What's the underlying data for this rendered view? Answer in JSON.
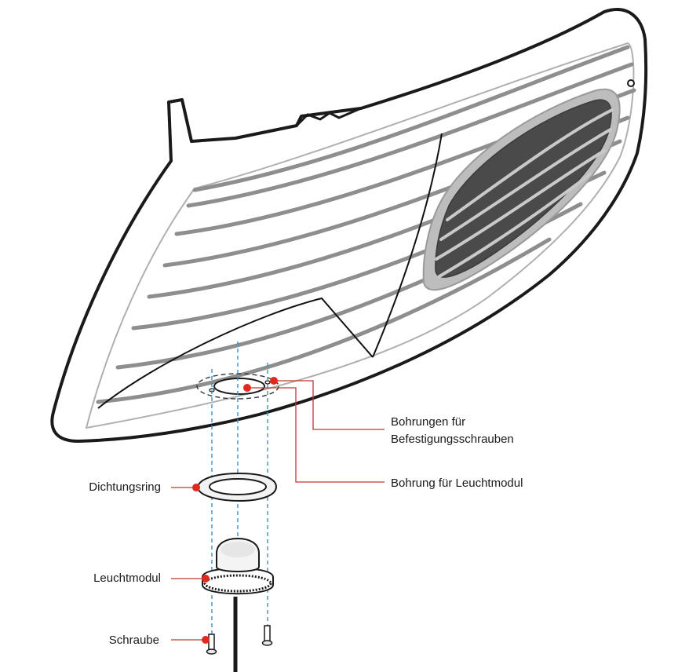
{
  "callouts": {
    "mounting_holes": [
      "Bohrungen für",
      "Befestigungsschrauben"
    ],
    "module_hole": "Bohrung für Leuchtmodul",
    "seal_ring": "Dichtungsring",
    "light_module": "Leuchtmodul",
    "screw": "Schraube"
  },
  "colors": {
    "outline": "#1a1a1a",
    "callout_red": "#e02a1f",
    "leader_line": "#c0392b",
    "guide_dash": "#3a8fd6",
    "lens_dark": "#4a4a4a"
  }
}
